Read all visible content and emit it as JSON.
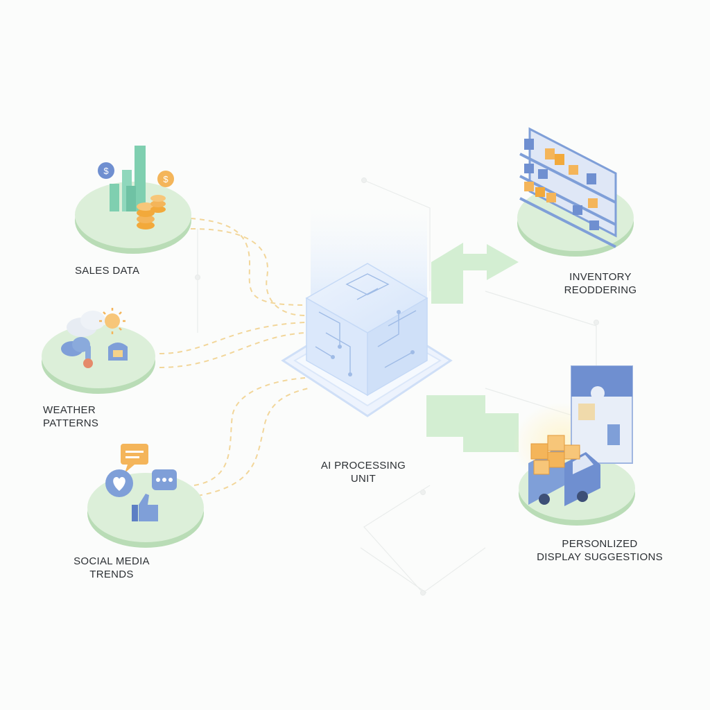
{
  "nodes": {
    "sales": {
      "lines": [
        "SALES DATA"
      ]
    },
    "weather": {
      "lines": [
        "WEATHER",
        "PATTERNS"
      ]
    },
    "social": {
      "lines": [
        "SOCIAL MEDIA",
        "TRENDS"
      ]
    },
    "ai": {
      "lines": [
        "AI PROCESSING",
        "UNIT"
      ]
    },
    "inventory": {
      "lines": [
        "INVENTORY",
        "REODDERING"
      ]
    },
    "display": {
      "lines": [
        "PERSONLIZED",
        "DISPLAY SUGGESTIONS"
      ]
    }
  },
  "colors": {
    "platform": "#dcefd9",
    "platform_edge": "#b9dcb6",
    "accent_blue": "#6f8fd0",
    "accent_orange": "#f4b55a",
    "chain": "#f2d69a",
    "arrow": "#d2edd1",
    "cube": "#dbe8fb"
  }
}
